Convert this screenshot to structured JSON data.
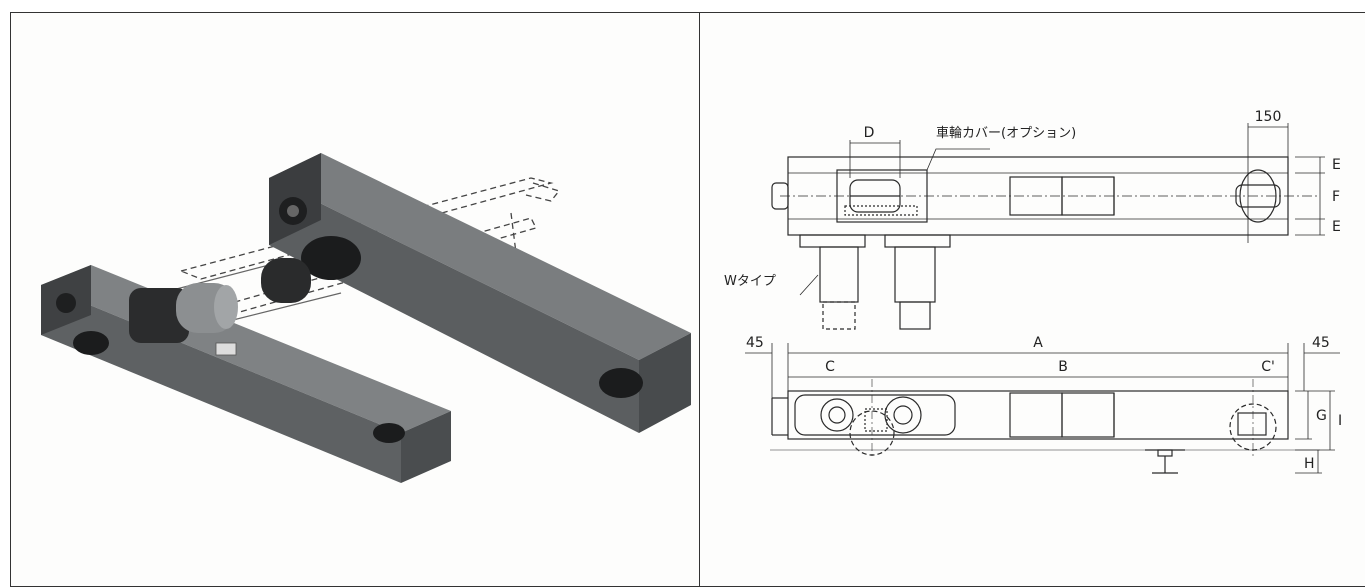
{
  "drawing": {
    "labels": {
      "D": "D",
      "wheel_cover": "車輪カバー(オプション)",
      "dim_150": "150",
      "E_top": "E",
      "F": "F",
      "E_bottom": "E",
      "w_type": "Wタイプ",
      "dim_45_left": "45",
      "A": "A",
      "dim_45_right": "45",
      "C_left": "C",
      "B": "B",
      "C_right": "C'",
      "G": "G",
      "I": "I",
      "H": "H"
    }
  },
  "colors": {
    "line": "#2a2a2a",
    "beam_body": "#5b5e60",
    "beam_top": "#7a7d7f",
    "beam_dark": "#3b3d3f",
    "paper": "#fdfdfc"
  }
}
